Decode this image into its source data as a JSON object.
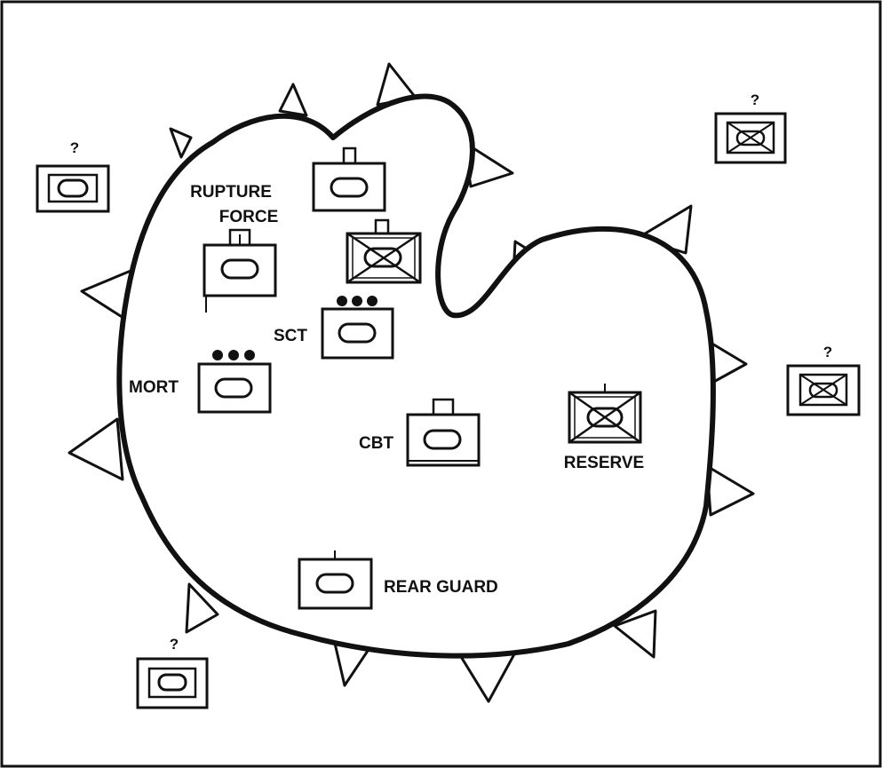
{
  "diagram": {
    "labels": {
      "rupture_line1": "RUPTURE",
      "rupture_line2": "FORCE",
      "sct": "SCT",
      "mort": "MORT",
      "cbt": "CBT",
      "reserve": "RESERVE",
      "rear_guard": "REAR GUARD"
    },
    "enemy_markers": {
      "nw": "?",
      "ne": "?",
      "e": "?",
      "sw": "?"
    },
    "colors": {
      "line": "#111111",
      "background": "#ffffff"
    }
  }
}
